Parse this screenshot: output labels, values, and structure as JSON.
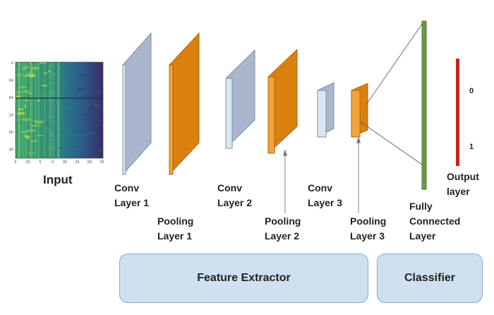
{
  "input": {
    "label": "Input",
    "x_ticks": [
      "0",
      "25",
      "5",
      "0",
      "00",
      "25",
      "00",
      "25"
    ],
    "y_ticks": [
      "0",
      "04",
      "64",
      "24",
      "00",
      "00"
    ]
  },
  "layers": {
    "conv1": [
      "Conv",
      "Layer 1"
    ],
    "pool1": [
      "Pooling",
      "Layer 1"
    ],
    "conv2": [
      "Conv",
      "Layer 2"
    ],
    "pool2": [
      "Pooling",
      "Layer 2"
    ],
    "conv3": [
      "Conv",
      "Layer 3"
    ],
    "pool3": [
      "Pooling",
      "Layer 3"
    ],
    "fc": [
      "Fully",
      "Connected",
      "Layer"
    ],
    "output": [
      "Output",
      "layer"
    ]
  },
  "output_values": [
    "0",
    "1"
  ],
  "sections": {
    "feature_extractor": "Feature Extractor",
    "classifier": "Classifier"
  },
  "colors": {
    "conv_face": "#a9b6cb",
    "conv_side": "#dce6f2",
    "pool_face": "#d9800f",
    "pool_side": "#f2a43a",
    "fc": "#6a9a4c",
    "output": "#cc2020",
    "section_fill": "#cfe0f1"
  }
}
